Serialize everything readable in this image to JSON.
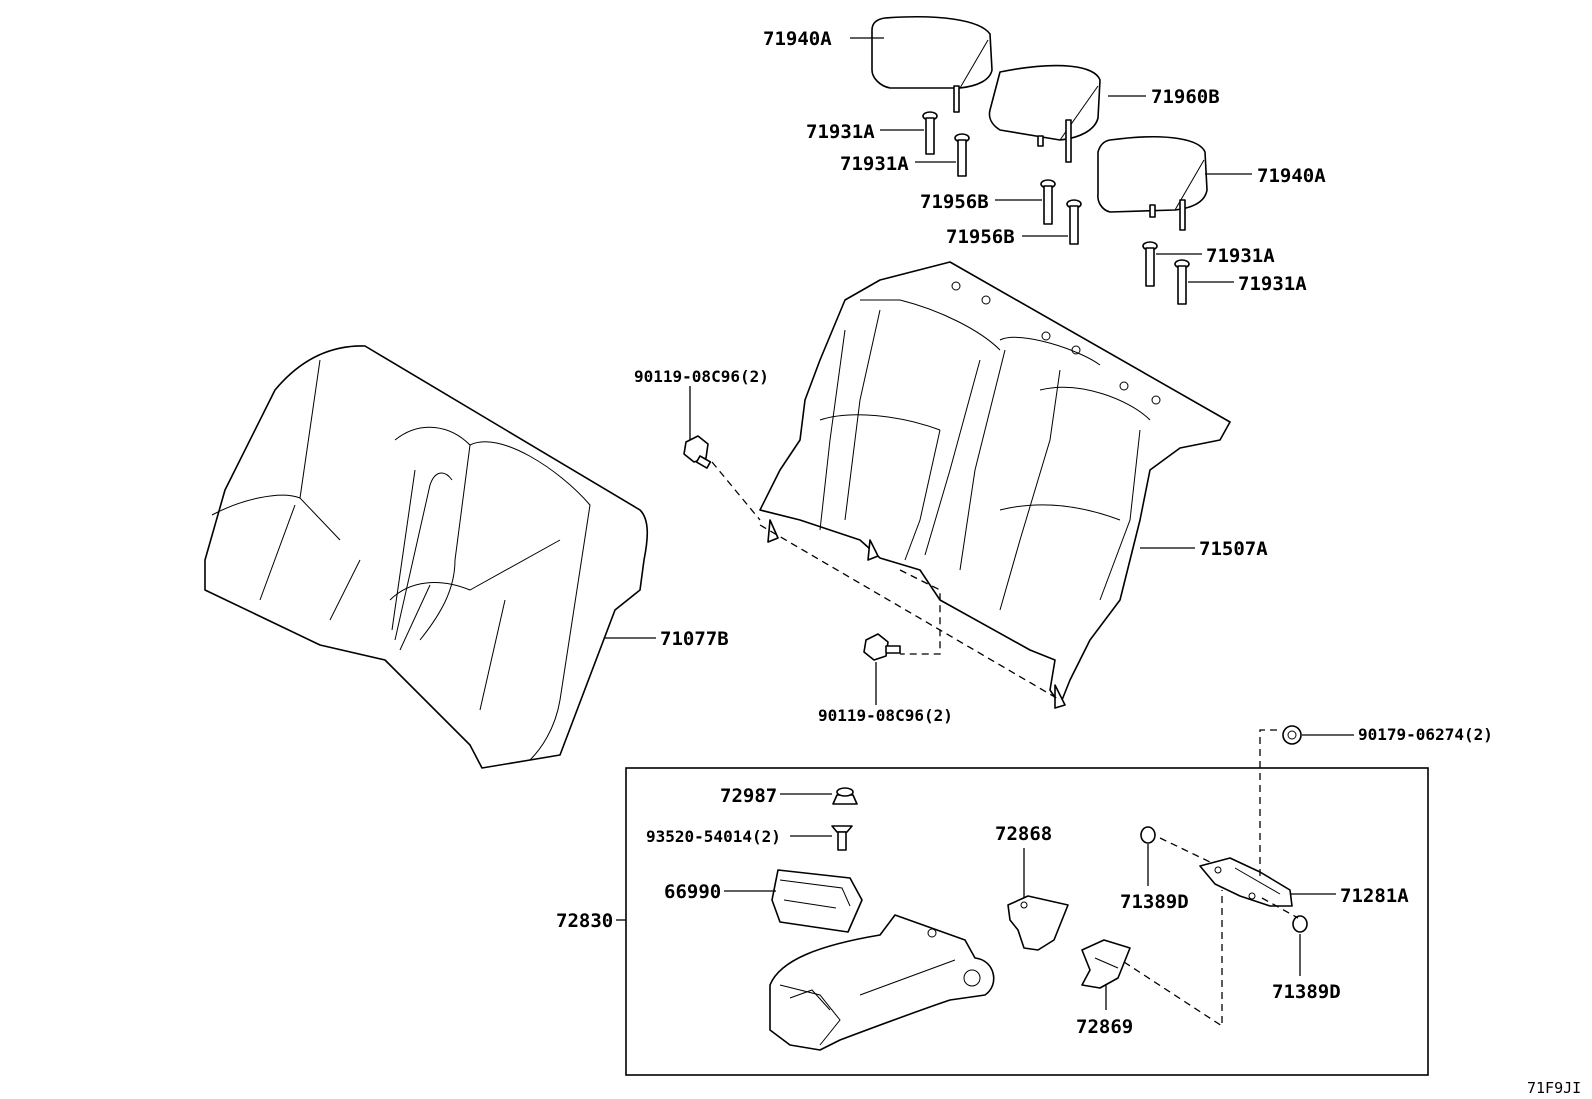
{
  "diagram": {
    "drawing_code": "71F9JI",
    "callouts": [
      {
        "id": "c-71940a-top",
        "label": "71940A"
      },
      {
        "id": "c-71960b",
        "label": "71960B"
      },
      {
        "id": "c-71931a-1",
        "label": "71931A"
      },
      {
        "id": "c-71931a-2",
        "label": "71931A"
      },
      {
        "id": "c-71940a-right",
        "label": "71940A"
      },
      {
        "id": "c-71956b-1",
        "label": "71956B"
      },
      {
        "id": "c-71956b-2",
        "label": "71956B"
      },
      {
        "id": "c-71931a-3",
        "label": "71931A"
      },
      {
        "id": "c-71931a-4",
        "label": "71931A"
      },
      {
        "id": "c-90119-top",
        "label": "90119-08C96(2)"
      },
      {
        "id": "c-90119-bottom",
        "label": "90119-08C96(2)"
      },
      {
        "id": "c-71507a",
        "label": "71507A"
      },
      {
        "id": "c-71077b",
        "label": "71077B"
      },
      {
        "id": "c-90179",
        "label": "90179-06274(2)"
      },
      {
        "id": "c-72987",
        "label": "72987"
      },
      {
        "id": "c-93520",
        "label": "93520-54014(2)"
      },
      {
        "id": "c-66990",
        "label": "66990"
      },
      {
        "id": "c-72830",
        "label": "72830"
      },
      {
        "id": "c-72868",
        "label": "72868"
      },
      {
        "id": "c-71389d-1",
        "label": "71389D"
      },
      {
        "id": "c-71281a",
        "label": "71281A"
      },
      {
        "id": "c-71389d-2",
        "label": "71389D"
      },
      {
        "id": "c-72869",
        "label": "72869"
      }
    ]
  }
}
